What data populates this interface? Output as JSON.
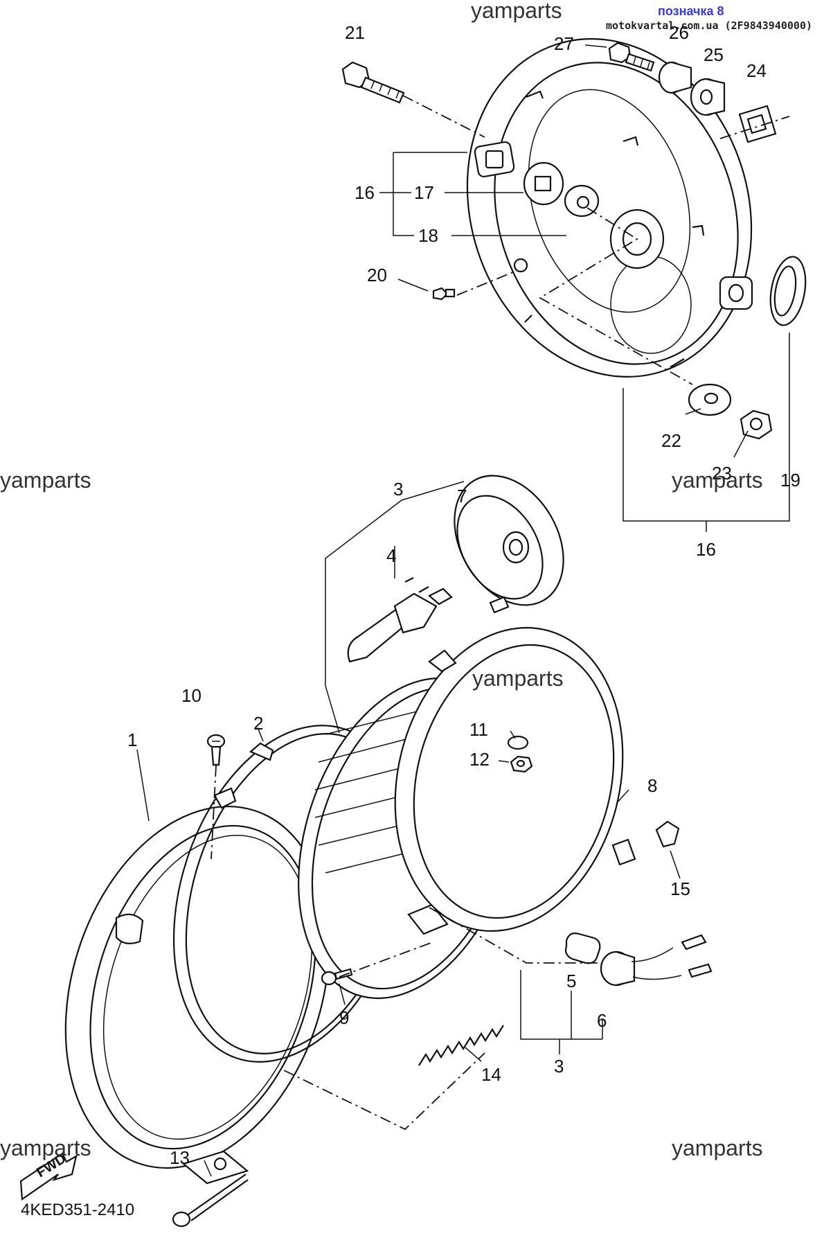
{
  "header": {
    "mark": "позначка 8",
    "source": "motokvartal.com.ua (2F9843940000)"
  },
  "watermarks": [
    "yamparts",
    "yamparts",
    "yamparts",
    "yamparts",
    "yamparts",
    "yamparts"
  ],
  "diagram_code": "4KED351-2410",
  "fwd_label": "FWD",
  "callouts": [
    {
      "id": "c21",
      "label": "21"
    },
    {
      "id": "c27",
      "label": "27"
    },
    {
      "id": "c26",
      "label": "26"
    },
    {
      "id": "c25",
      "label": "25"
    },
    {
      "id": "c24",
      "label": "24"
    },
    {
      "id": "c16a",
      "label": "16"
    },
    {
      "id": "c17",
      "label": "17"
    },
    {
      "id": "c18",
      "label": "18"
    },
    {
      "id": "c20",
      "label": "20"
    },
    {
      "id": "c22",
      "label": "22"
    },
    {
      "id": "c23",
      "label": "23"
    },
    {
      "id": "c19",
      "label": "19"
    },
    {
      "id": "c16b",
      "label": "16"
    },
    {
      "id": "c3a",
      "label": "3"
    },
    {
      "id": "c7",
      "label": "7"
    },
    {
      "id": "c4",
      "label": "4"
    },
    {
      "id": "c10",
      "label": "10"
    },
    {
      "id": "c2",
      "label": "2"
    },
    {
      "id": "c1",
      "label": "1"
    },
    {
      "id": "c11",
      "label": "11"
    },
    {
      "id": "c12",
      "label": "12"
    },
    {
      "id": "c8",
      "label": "8"
    },
    {
      "id": "c15",
      "label": "15"
    },
    {
      "id": "c9",
      "label": "9"
    },
    {
      "id": "c5",
      "label": "5"
    },
    {
      "id": "c6",
      "label": "6"
    },
    {
      "id": "c14",
      "label": "14"
    },
    {
      "id": "c3b",
      "label": "3"
    },
    {
      "id": "c13",
      "label": "13"
    }
  ]
}
